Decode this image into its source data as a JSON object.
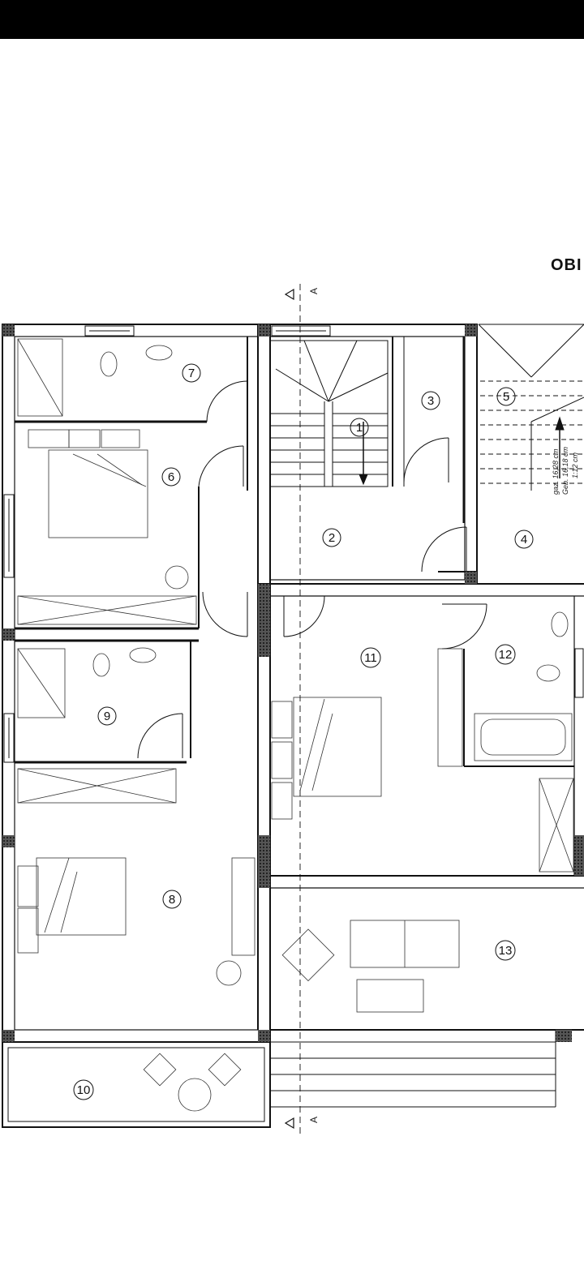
{
  "title": "OBI",
  "section_marker": "A",
  "stair_notes": [
    "gaz. 16,28 cm",
    "Geb. 16,18 cm",
    "1:12 cm"
  ],
  "rooms": [
    {
      "num": "1"
    },
    {
      "num": "2"
    },
    {
      "num": "3"
    },
    {
      "num": "4"
    },
    {
      "num": "5"
    },
    {
      "num": "6"
    },
    {
      "num": "7"
    },
    {
      "num": "8"
    },
    {
      "num": "9"
    },
    {
      "num": "10"
    },
    {
      "num": "11"
    },
    {
      "num": "12"
    },
    {
      "num": "13"
    }
  ]
}
